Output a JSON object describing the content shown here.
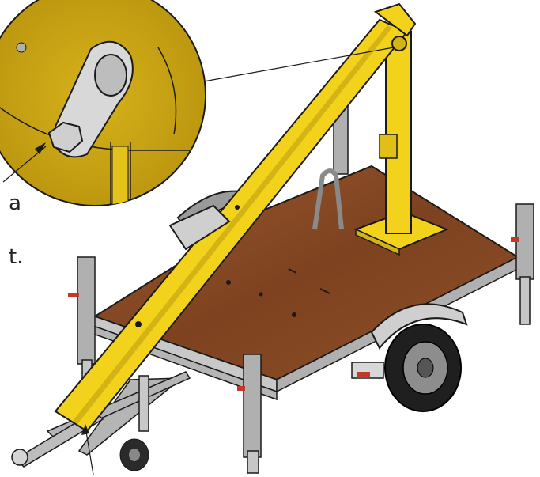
{
  "text_fragments": {
    "line1": "a",
    "line2": "t."
  },
  "colors": {
    "boom_yellow": "#f2d21b",
    "inset_gold": "#c9a413",
    "deck_wood": "#8a4a25",
    "frame_gray": "#a8a8a8",
    "outline": "#1a1a1a",
    "tail_light": "#c0392b"
  },
  "icons": [
    "trailer-illustration",
    "zoom-inset-circle",
    "pivot-bolt",
    "leader-line"
  ]
}
